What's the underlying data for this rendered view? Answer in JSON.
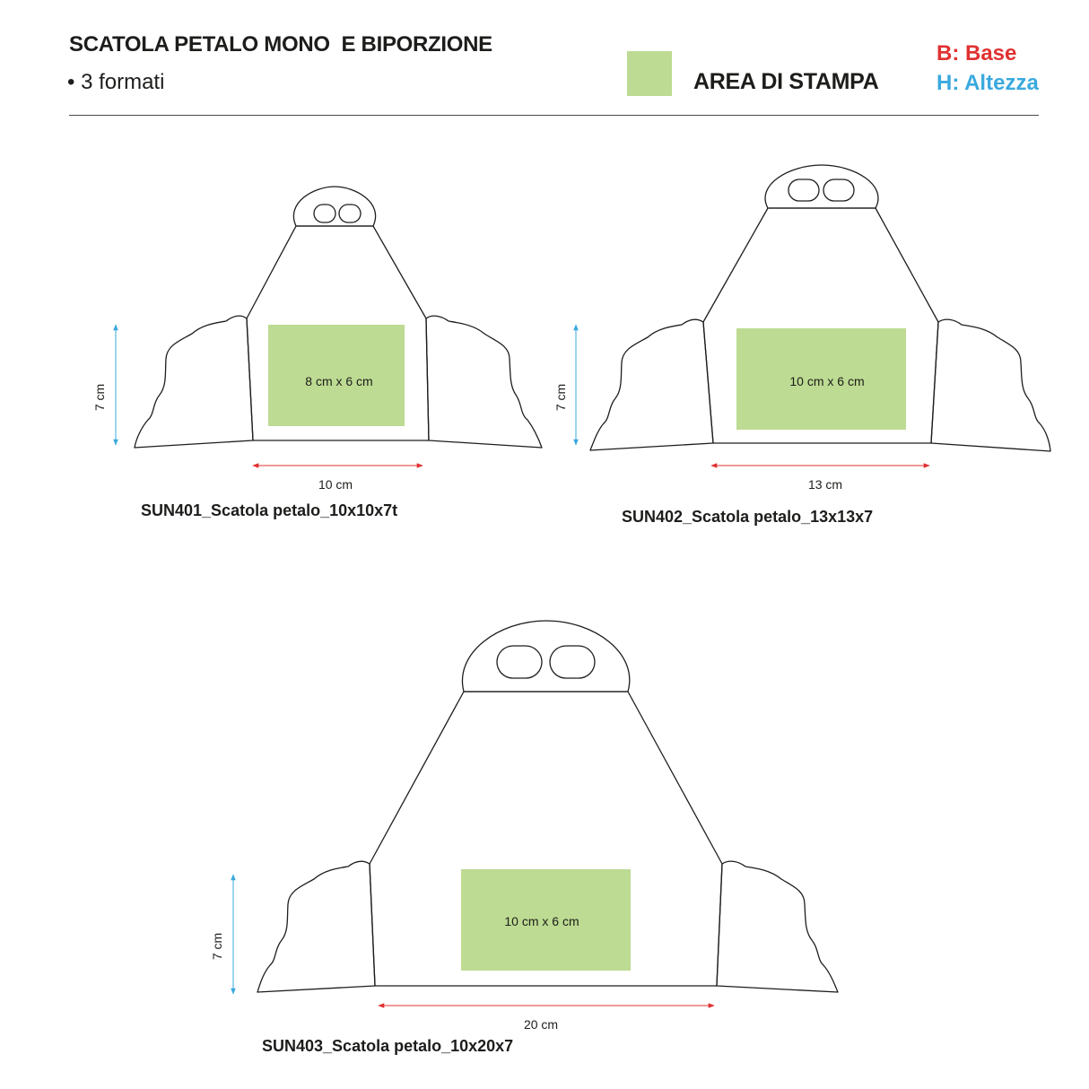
{
  "header": {
    "title": "SCATOLA PETALO MONO  E BIPORZIONE",
    "subtitle": "• 3 formati",
    "print_area_label": "AREA DI STAMPA",
    "base_label": "B: Base",
    "height_label": "H: Altezza"
  },
  "colors": {
    "print_area": "#bddb92",
    "base_dimension": "#e03131",
    "height_dimension": "#3aa9de",
    "outline": "#1d1d1b"
  },
  "boxes": [
    {
      "name": "SUN401_Scatola petalo_10x10x7t",
      "print_area": "8 cm x 6 cm",
      "base": "10 cm",
      "height": "7 cm"
    },
    {
      "name": "SUN402_Scatola petalo_13x13x7",
      "print_area": "10 cm x 6 cm",
      "base": "13 cm",
      "height": "7 cm"
    },
    {
      "name": "SUN403_Scatola petalo_10x20x7",
      "print_area": "10 cm x 6 cm",
      "base": "20 cm",
      "height": "7 cm"
    }
  ]
}
